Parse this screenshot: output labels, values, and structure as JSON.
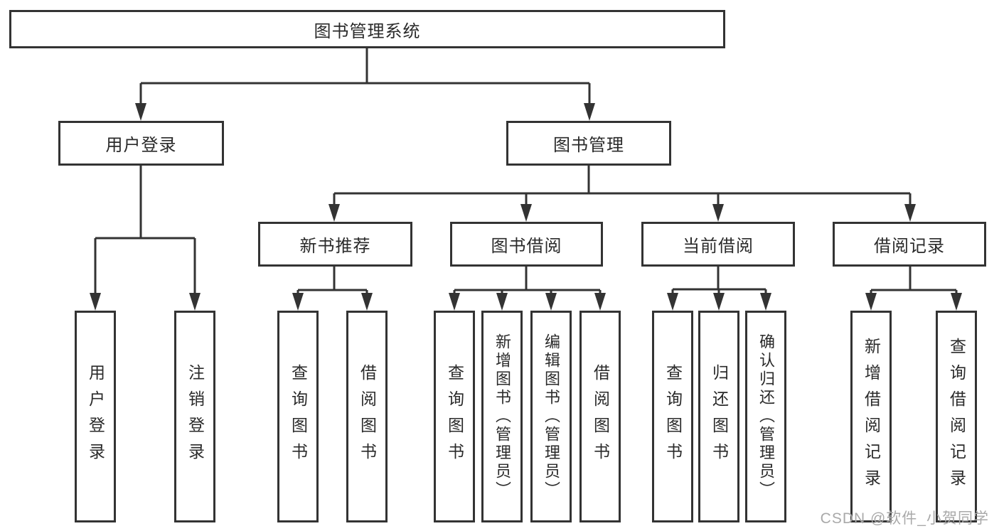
{
  "root": {
    "label": "图书管理系统"
  },
  "branches": [
    {
      "label": "用户登录",
      "leaves": [
        {
          "label": "用户登录"
        },
        {
          "label": "注销登录"
        }
      ]
    },
    {
      "label": "图书管理",
      "groups": [
        {
          "label": "新书推荐",
          "leaves": [
            {
              "label": "查询图书"
            },
            {
              "label": "借阅图书"
            }
          ]
        },
        {
          "label": "图书借阅",
          "leaves": [
            {
              "label": "查询图书"
            },
            {
              "label": "新增图书（管理员）"
            },
            {
              "label": "编辑图书（管理员）"
            },
            {
              "label": "借阅图书"
            }
          ]
        },
        {
          "label": "当前借阅",
          "leaves": [
            {
              "label": "查询图书"
            },
            {
              "label": "归还图书"
            },
            {
              "label": "确认归还（管理员）"
            }
          ]
        },
        {
          "label": "借阅记录",
          "leaves": [
            {
              "label": "新增借阅记录"
            },
            {
              "label": "查询借阅记录"
            }
          ]
        }
      ]
    }
  ],
  "watermark": {
    "text": "CSDN @软件_小贺同学"
  },
  "colors": {
    "border": "#333333",
    "line": "#333333",
    "text": "#2a2a2a",
    "watermark": "#a9a9a9",
    "background": "#ffffff"
  }
}
